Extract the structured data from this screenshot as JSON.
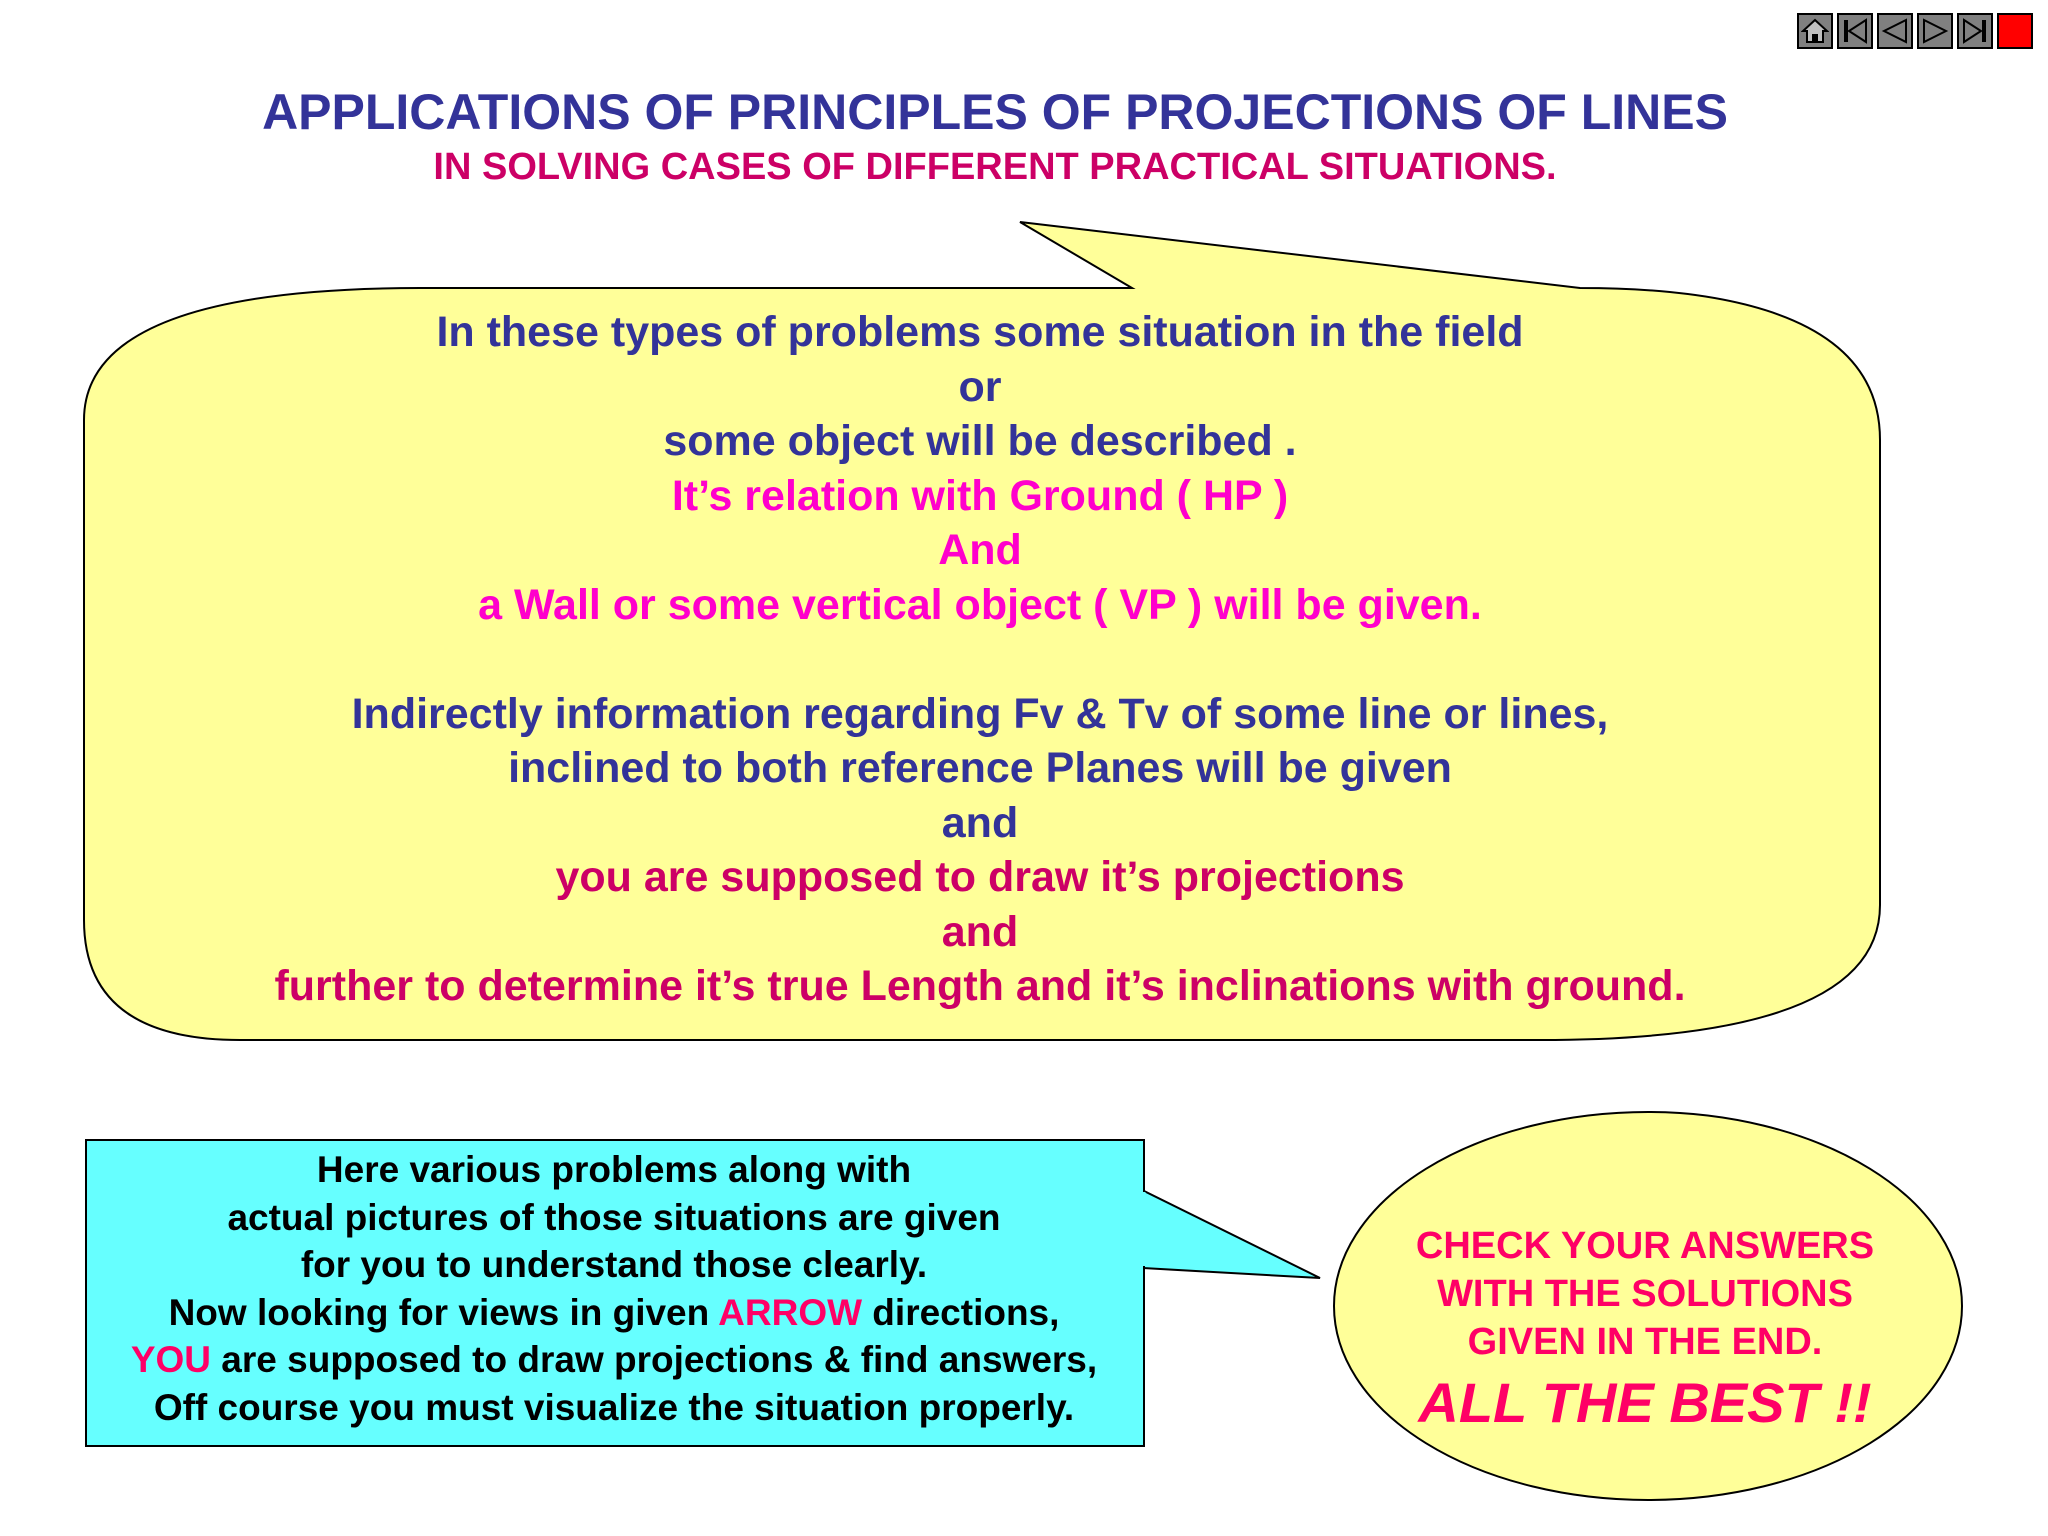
{
  "title": "APPLICATIONS OF PRINCIPLES OF PROJECTIONS OF LINES",
  "subtitle": "IN SOLVING CASES OF DIFFERENT PRACTICAL SITUATIONS.",
  "bubble_lines": [
    "In these types of problems some situation in the field",
    "or",
    "some object will be described .",
    "It’s relation with Ground ( HP )",
    "And",
    "a Wall or some vertical object ( VP ) will be given.",
    "",
    "Indirectly information regarding Fv & Tv of some line or lines,",
    "inclined to both reference Planes will be given",
    "and",
    "you are supposed to draw it’s projections",
    "and",
    "further to determine it’s true Length and it’s inclinations with ground."
  ],
  "callout": {
    "line1": "Here various problems along with",
    "line2": "actual pictures of those situations are given",
    "line3": "for you to understand those clearly.",
    "line4_pre": "Now looking for views in given ",
    "line4_hl": "ARROW",
    "line4_post": " directions,",
    "line5_hl": "YOU",
    "line5_post": " are supposed to draw projections & find answers,",
    "line6": "Off course you must visualize the situation properly."
  },
  "check": {
    "line1": "CHECK YOUR ANSWERS",
    "line2": "WITH THE SOLUTIONS",
    "line3": "GIVEN IN THE END.",
    "big": "ALL THE BEST !!"
  },
  "nav_icons": [
    "home-icon",
    "first-slide-icon",
    "previous-icon",
    "next-icon",
    "last-slide-icon",
    "stop-icon"
  ],
  "colors": {
    "title_navy": "#333399",
    "subtitle_crimson": "#cc0066",
    "bubble_fill": "#ffff99",
    "callout_fill": "#66ffff",
    "magenta": "#ff00cc",
    "red_pink": "#ff0066"
  }
}
